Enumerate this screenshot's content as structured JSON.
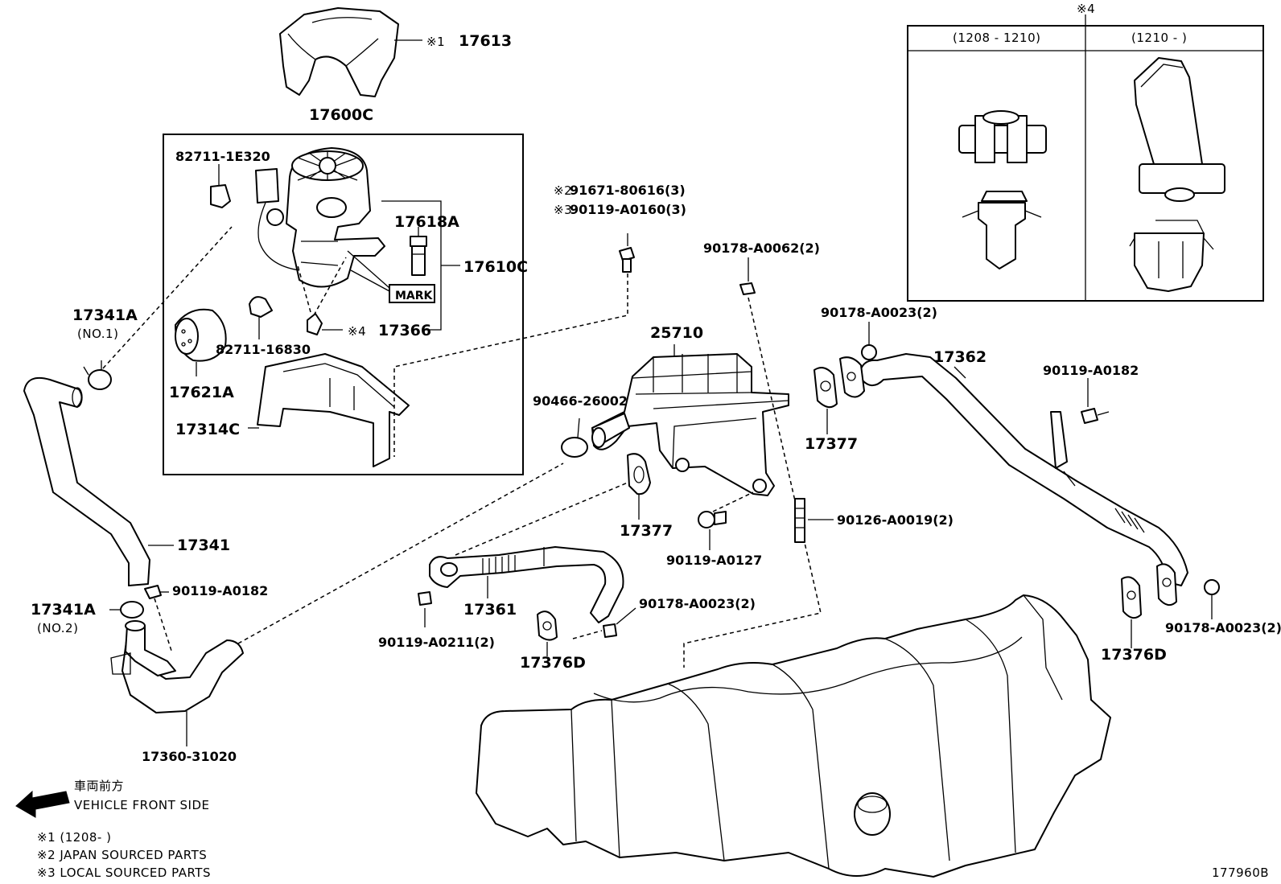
{
  "labels": {
    "p17613": "17613",
    "note1_mark_17613": "※1",
    "p17600C": "17600C",
    "p82711_1E320": "82711-1E320",
    "p17618A": "17618A",
    "p17610C": "17610C",
    "mark": "MARK",
    "p17366": "17366",
    "note4_mark_17366": "※4",
    "p82711_16830": "82711-16830",
    "p17341A_top": "17341A",
    "no1": "(NO.1)",
    "p17621A": "17621A",
    "p17314C": "17314C",
    "p91671": "91671-80616(3)",
    "note2_mark": "※2",
    "p90119_A0160": "90119-A0160(3)",
    "note3_mark": "※3",
    "p90178_A0062": "90178-A0062(2)",
    "p25710": "25710",
    "p90466": "90466-26002",
    "p90178_A0023_top": "90178-A0023(2)",
    "p17362": "17362",
    "p90119_A0182_right": "90119-A0182",
    "p17377_right": "17377",
    "p17377_mid": "17377",
    "p90126": "90126-A0019(2)",
    "p90119_A0127": "90119-A0127",
    "p17341": "17341",
    "p90119_A0182_left": "90119-A0182",
    "p17341A_bottom": "17341A",
    "no2": "(NO.2)",
    "p17361": "17361",
    "p90178_A0023_mid": "90178-A0023(2)",
    "p90119_A0211": "90119-A0211(2)",
    "p17376D_mid": "17376D",
    "p17376D_right": "17376D",
    "p90178_A0023_right": "90178-A0023(2)",
    "p17360": "17360-31020",
    "inset_mark": "※4",
    "inset_left_header": "(1208 - 1210)",
    "inset_right_header": "(1210 -      )",
    "front_jp": "車両前方",
    "front_en": "VEHICLE FRONT SIDE",
    "foot1": "※1 (1208-      )",
    "foot2": "※2 JAPAN SOURCED PARTS",
    "foot3": "※3 LOCAL SOURCED PARTS",
    "diagram_id": "177960B"
  }
}
